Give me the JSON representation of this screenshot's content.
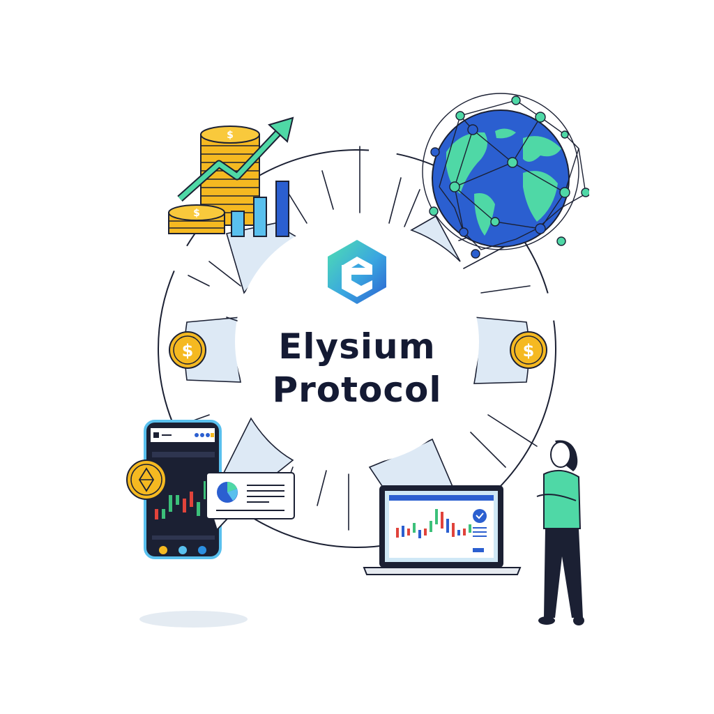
{
  "title": {
    "line1": "Elysium",
    "line2": "Protocol"
  },
  "logo": {
    "icon": "elysium-hexagon-e-logo",
    "colors": [
      "#4fe0b0",
      "#3aa6e0",
      "#2b5fd0"
    ]
  },
  "hub": {
    "outer_ring_color": "#1b2033",
    "sector_fill": "#dde9f5"
  },
  "nodes": [
    {
      "id": "growth",
      "icon": "coin-stack-growth-chart-icon",
      "position": "top-left"
    },
    {
      "id": "global-network",
      "icon": "globe-network-icon",
      "position": "top-right"
    },
    {
      "id": "mobile-trading",
      "icon": "mobile-trading-app-icon",
      "position": "bottom-left"
    },
    {
      "id": "desktop-trading",
      "icon": "laptop-trading-dashboard-icon",
      "position": "bottom-center-right"
    },
    {
      "id": "user",
      "icon": "person-standing-icon",
      "position": "bottom-right"
    },
    {
      "id": "coin-left",
      "icon": "dollar-coin-icon",
      "position": "left",
      "symbol": "$"
    },
    {
      "id": "coin-right",
      "icon": "dollar-coin-icon",
      "position": "right",
      "symbol": "$"
    }
  ],
  "phone": {
    "token_icon": "ethereum-coin-icon",
    "header_dots": 4,
    "bottom_buttons": [
      "coin-button",
      "shield-button",
      "profile-button"
    ]
  },
  "chat_bubble": {
    "icon": "pie-chart-icon"
  },
  "laptop": {
    "status_icon": "checkmark-badge-icon"
  },
  "colors": {
    "navy": "#141a33",
    "gold": "#f5b921",
    "gold_dark": "#d79a10",
    "teal": "#4fd8a6",
    "blue": "#2b5fd0",
    "sky": "#59c0ee",
    "candle_green": "#3cc07a",
    "candle_red": "#e0433b",
    "shirt": "#4fd8a6"
  }
}
